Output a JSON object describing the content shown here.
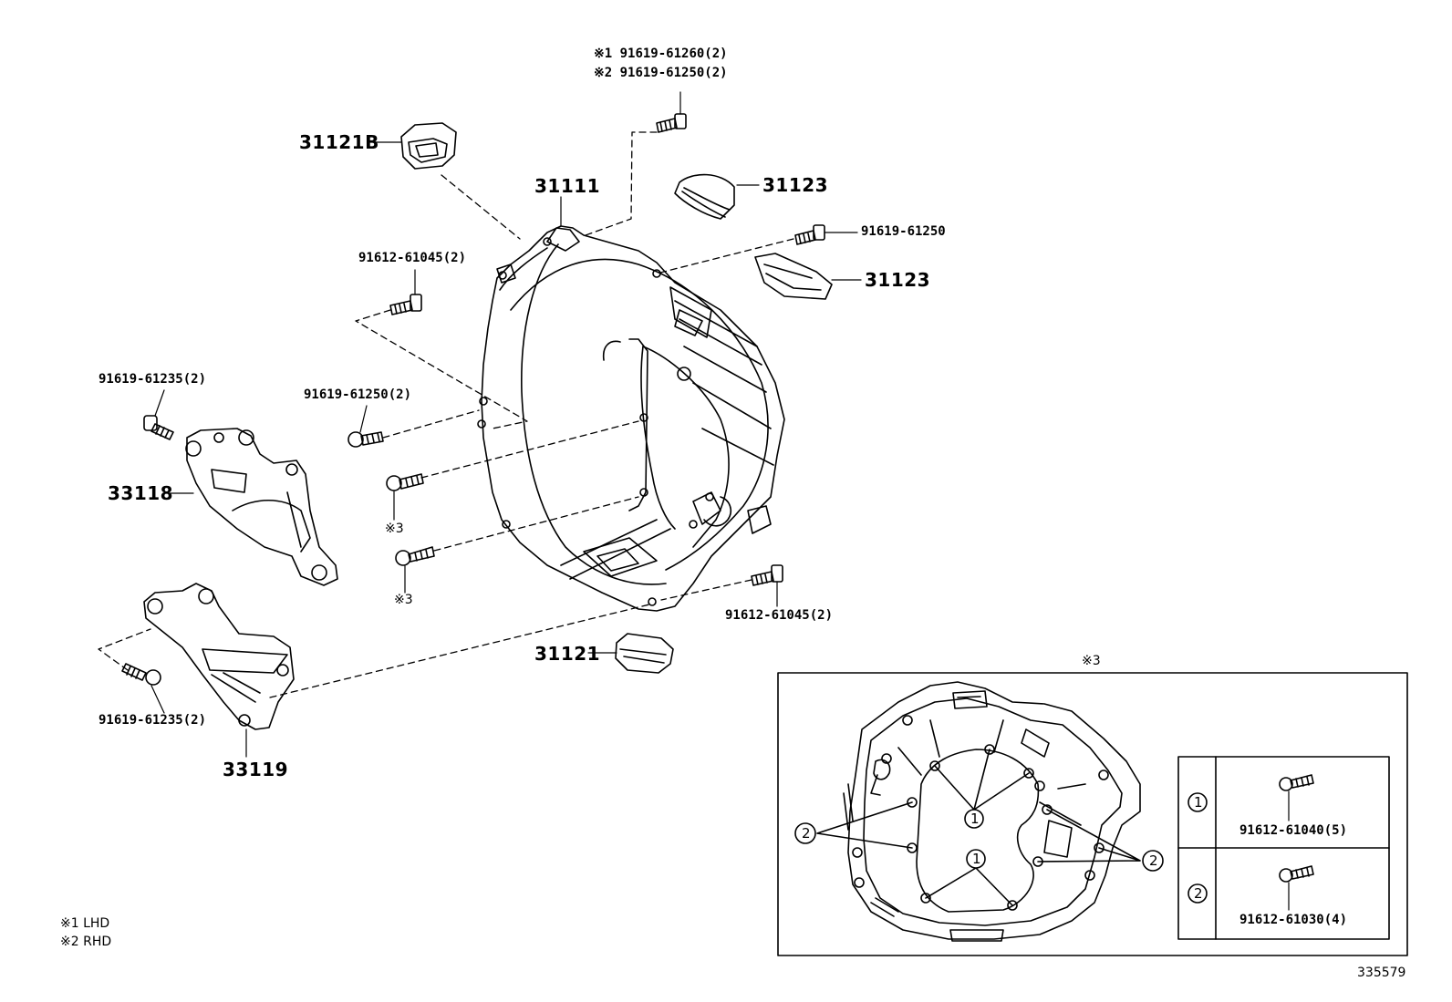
{
  "labels": {
    "note1_pn": "※1  91619-61260(2)",
    "note2_pn": "※2  91619-61250(2)",
    "p31121B": "31121B",
    "p31111": "31111",
    "p31123_top": "31123",
    "p31123_mid": "31123",
    "p91619_61250": "91619-61250",
    "p91612_61045_top": "91612-61045(2)",
    "p91619_61235_top": "91619-61235(2)",
    "p91619_61250_2": "91619-61250(2)",
    "p33118": "33118",
    "mark3_a": "※3",
    "mark3_b": "※3",
    "p91612_61045_bot": "91612-61045(2)",
    "p31121": "31121",
    "p91619_61235_bot": "91619-61235(2)",
    "p33119": "33119",
    "inset_mark": "※3",
    "legend_lhd": "※1  LHD",
    "legend_rhd": "※2  RHD",
    "diagram_id": "335579"
  },
  "inset": {
    "callout_1": "1",
    "callout_2": "2",
    "table": [
      {
        "ref": "1",
        "part": "91612-61040(5)"
      },
      {
        "ref": "2",
        "part": "91612-61030(4)"
      }
    ]
  }
}
